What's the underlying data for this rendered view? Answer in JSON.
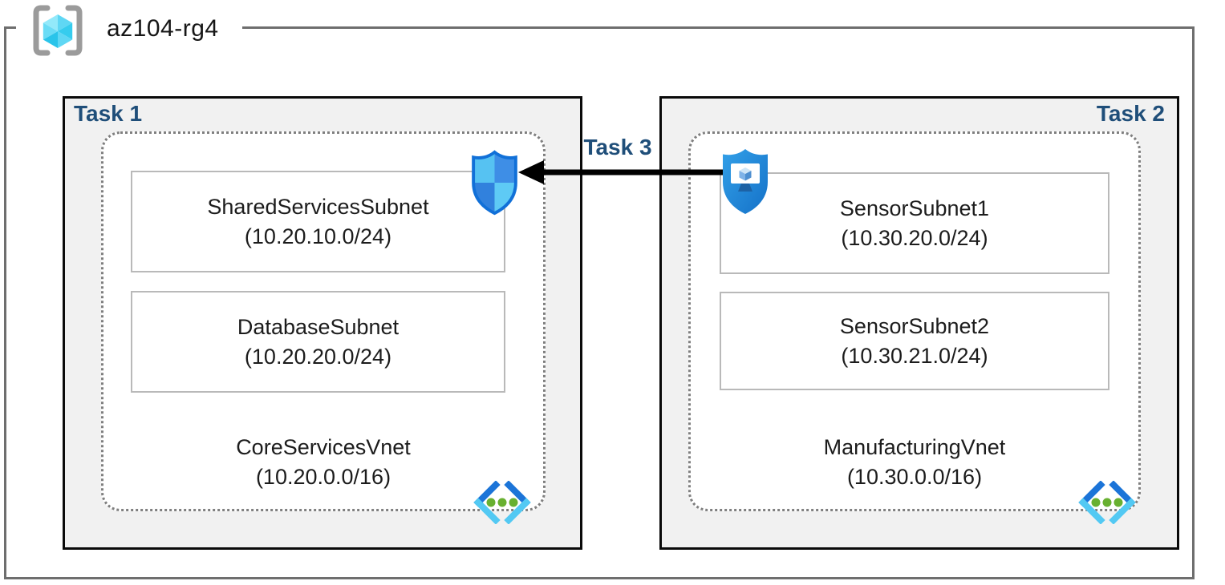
{
  "resource_group": {
    "label": "az104-rg4"
  },
  "task_labels": {
    "task1": "Task 1",
    "task2": "Task 2",
    "task3": "Task 3"
  },
  "vnets": [
    {
      "task": "Task 1",
      "name": "CoreServicesVnet",
      "cidr": "(10.20.0.0/16)",
      "subnets": [
        {
          "name": "SharedServicesSubnet",
          "cidr": "(10.20.10.0/24)"
        },
        {
          "name": "DatabaseSubnet",
          "cidr": "(10.20.20.0/24)"
        }
      ]
    },
    {
      "task": "Task 2",
      "name": "ManufacturingVnet",
      "cidr": "(10.30.0.0/16)",
      "subnets": [
        {
          "name": "SensorSubnet1",
          "cidr": "(10.30.20.0/24)"
        },
        {
          "name": "SensorSubnet2",
          "cidr": "(10.30.21.0/24)"
        }
      ]
    }
  ],
  "icons": {
    "resource_group_icon": "azure-resource-group",
    "nsg_shield_icon": "network-security-group-shield",
    "monitor_shield_icon": "network-watcher-monitor-shield",
    "vnet_icon": "virtual-network-chevrons",
    "arrow": "task3-arrow-right-to-left"
  },
  "colors": {
    "task_label": "#1f4e79",
    "box_fill": "#f1f1f1",
    "box_border": "#0a0a0a",
    "rg_border": "#6e6e6e",
    "dotted_border": "#7f7f7f",
    "subnet_border": "#b9b9b9",
    "arrow": "#000000",
    "shield_outline": "#1170d8",
    "shield_blue": "#3e8ee6",
    "shield_cyan": "#56c2f2",
    "vnet_chevron_dark": "#1b74d8",
    "vnet_chevron_light": "#53c9f3",
    "vnet_dot_green": "#68b030",
    "cube_cyan": "#5fd7f4",
    "bracket_gray": "#9b9b9b"
  }
}
